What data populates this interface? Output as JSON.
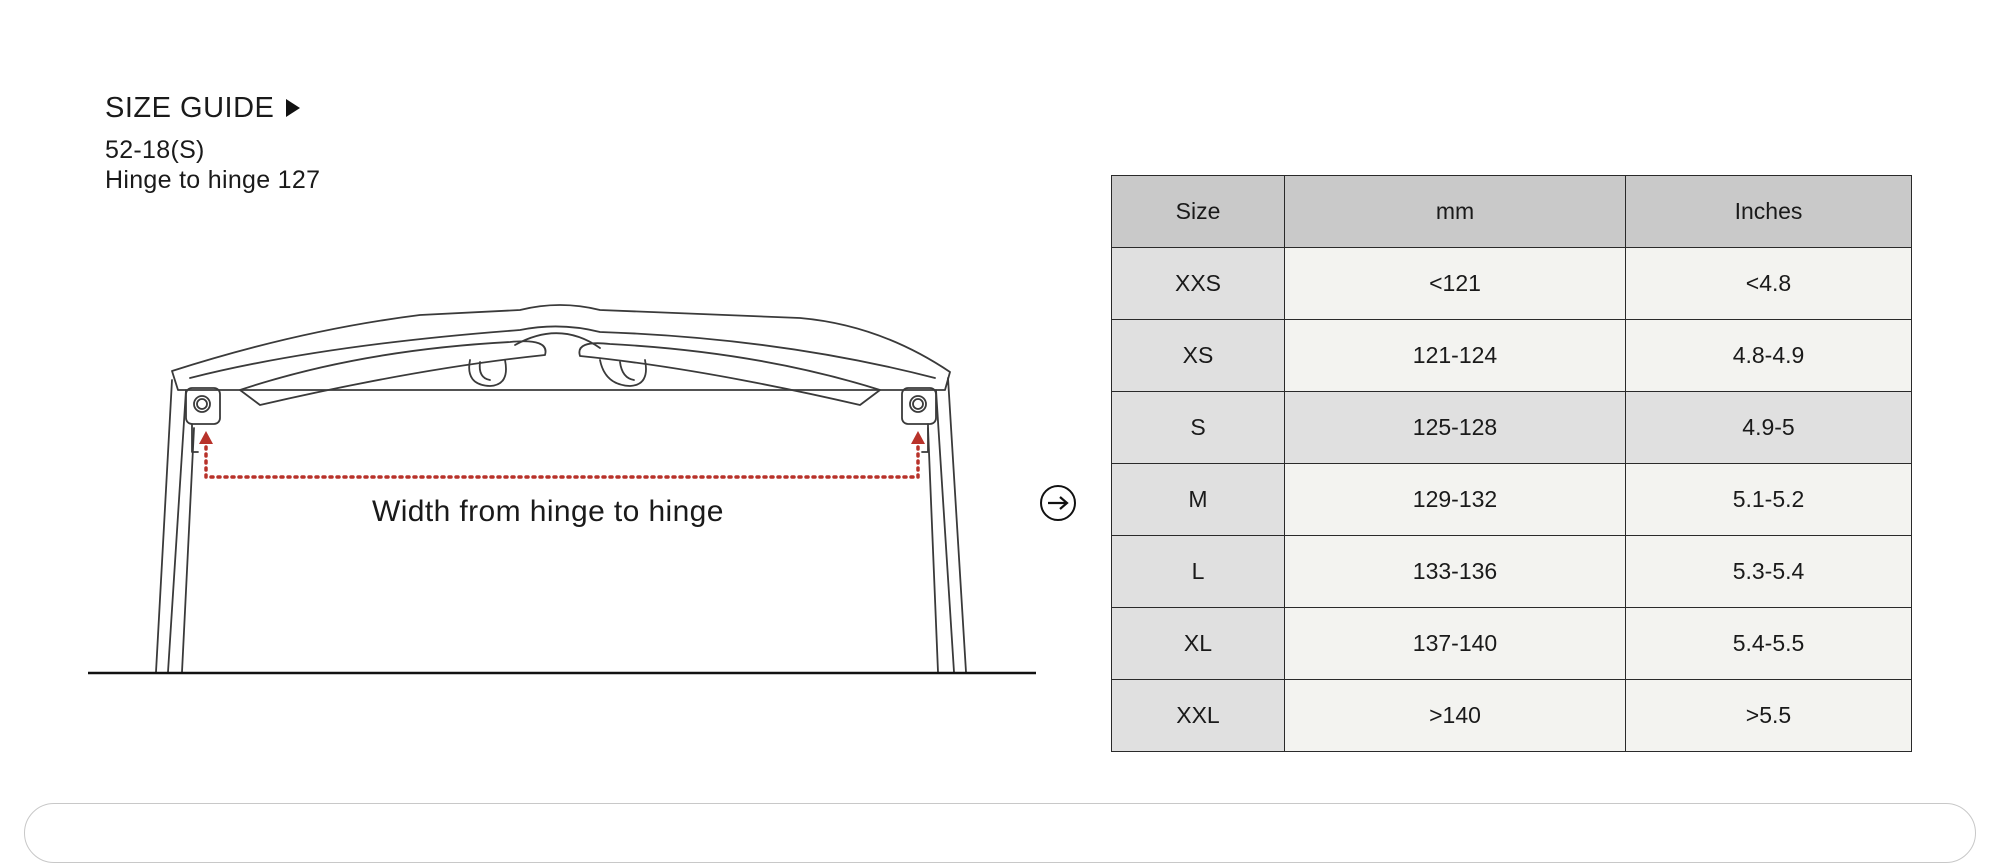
{
  "size_guide": {
    "title": "SIZE GUIDE",
    "toggle_icon": "play-triangle-icon",
    "frame_size": "52-18(S)",
    "hinge_to_hinge": "Hinge to hinge 127"
  },
  "diagram": {
    "label": "Width from hinge to hinge",
    "measure_color": "#b8322a"
  },
  "navigation": {
    "arrow_icon": "arrow-right-icon"
  },
  "size_table": {
    "headers": [
      "Size",
      "mm",
      "Inches"
    ],
    "highlighted_size": "S",
    "rows": [
      {
        "size": "XXS",
        "mm": "<121",
        "inches": "<4.8"
      },
      {
        "size": "XS",
        "mm": "121-124",
        "inches": "4.8-4.9"
      },
      {
        "size": "S",
        "mm": "125-128",
        "inches": "4.9-5"
      },
      {
        "size": "M",
        "mm": "129-132",
        "inches": "5.1-5.2"
      },
      {
        "size": "L",
        "mm": "133-136",
        "inches": "5.3-5.4"
      },
      {
        "size": "XL",
        "mm": "137-140",
        "inches": "5.4-5.5"
      },
      {
        "size": "XXL",
        "mm": ">140",
        "inches": ">5.5"
      }
    ]
  }
}
